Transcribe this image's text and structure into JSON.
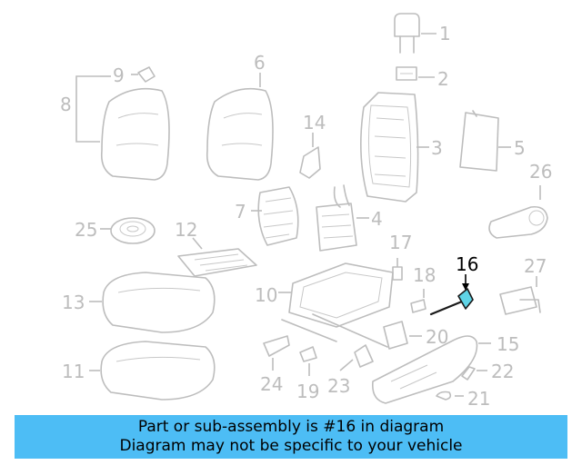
{
  "diagram": {
    "highlighted_part": "16",
    "callouts": [
      "1",
      "2",
      "3",
      "4",
      "5",
      "6",
      "7",
      "8",
      "9",
      "10",
      "11",
      "12",
      "13",
      "14",
      "15",
      "16",
      "17",
      "18",
      "19",
      "20",
      "21",
      "22",
      "23",
      "24",
      "25",
      "26",
      "27"
    ]
  },
  "banner": {
    "line1": "Part or sub-assembly is #16 in diagram",
    "line2": "Diagram may not be specific to your vehicle"
  },
  "colors": {
    "banner_bg": "#4dbdf5",
    "highlight_fill": "#5fd4e6",
    "part_stroke": "#bdbdbd"
  }
}
